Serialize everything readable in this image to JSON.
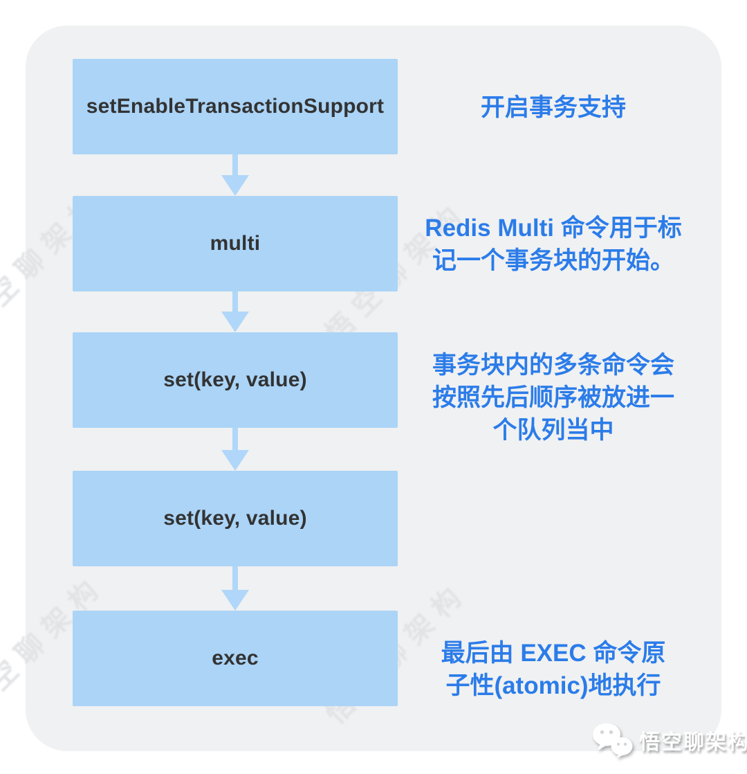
{
  "page": {
    "background": "#ffffff",
    "panel_background": "#f0f1f2"
  },
  "colors": {
    "box_fill": "#abd4f7",
    "arrow": "#b0d7f9",
    "box_text": "#333333",
    "annotation_text": "#2b7ce9",
    "watermark_gray": "#e2e3e6",
    "badge_text": "#ffffff"
  },
  "diagram": {
    "type": "vertical-flowchart",
    "boxes": [
      {
        "label": "setEnableTransactionSupport"
      },
      {
        "label": "multi"
      },
      {
        "label": "set(key, value)"
      },
      {
        "label": "set(key, value)"
      },
      {
        "label": "exec"
      }
    ],
    "annotations": [
      {
        "lines": [
          "开启事务支持"
        ]
      },
      {
        "lines": [
          "Redis Multi 命令用于标",
          "记一个事务块的开始。"
        ]
      },
      {
        "lines": [
          "事务块内的多条命令会",
          "按照先后顺序被放进一",
          "个队列当中"
        ]
      },
      {
        "lines": [
          "最后由 EXEC 命令原",
          "子性(atomic)地执行"
        ]
      }
    ]
  },
  "watermark": {
    "diagonal_text": "悟空聊架构",
    "badge_text": "悟空聊架构",
    "badge_icon": "wechat-chat-bubbles-icon"
  }
}
